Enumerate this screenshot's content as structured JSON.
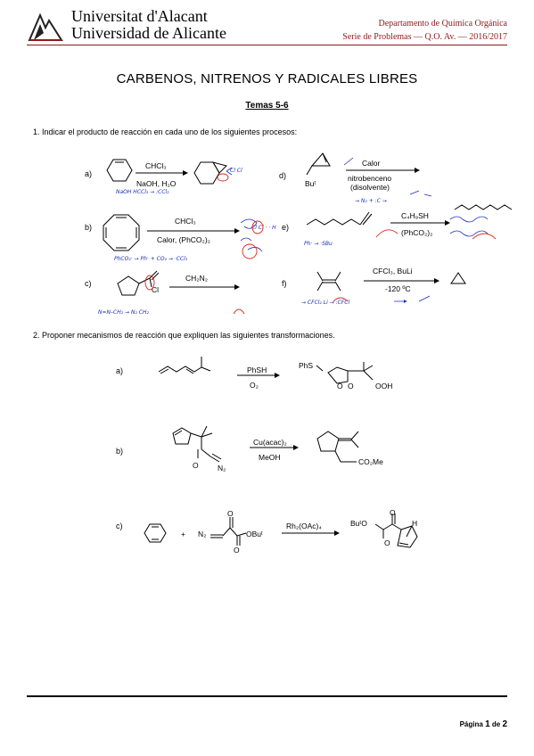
{
  "header": {
    "university_valencian": "Universitat d'Alacant",
    "university_spanish": "Universidad de Alicante",
    "department": "Departamento de Química Orgánica",
    "series": "Serie de Problemas — Q.O. Av. — 2016/2017"
  },
  "title": "CARBENOS, NITRENOS Y RADICALES LIBRES",
  "subtitle": "Temas 5-6",
  "question1": {
    "text": "1.   Indicar el producto de reacción en cada uno de los siguientes procesos:",
    "items": [
      {
        "label": "a)",
        "reagent_top": "CHCl₃",
        "reagent_bottom": "NaOH, H₂O"
      },
      {
        "label": "b)",
        "reagent_top": "CHCl₃",
        "reagent_bottom": "Calor, (PhCO₂)₂"
      },
      {
        "label": "c)",
        "reagent_top": "CH₂N₂",
        "reagent_bottom": "",
        "substituent": "Cl"
      },
      {
        "label": "d)",
        "reagent_top": "Calor",
        "reagent_bottom": "nitrobenceno",
        "reagent_note": "(disolvente)",
        "substituent": "Buᵗ"
      },
      {
        "label": "e)",
        "reagent_top": "C₄H₉SH",
        "reagent_bottom": "(PhCO₂)₂"
      },
      {
        "label": "f)",
        "reagent_top": "CFCl₃, BuLi",
        "reagent_bottom": "-120 ºC"
      }
    ]
  },
  "question2": {
    "text": "2. Proponer mecanismos de reacción que expliquen las siguientes transformaciones.",
    "items": [
      {
        "label": "a)",
        "reagent_top": "PhSH",
        "reagent_bottom": "O₂",
        "product_labels": [
          "PhS",
          "O",
          "O",
          "OOH"
        ]
      },
      {
        "label": "b)",
        "reagent_top": "Cu(acac)₂",
        "reagent_bottom": "MeOH",
        "substrate_labels": [
          "O",
          "N₂"
        ],
        "product_labels": [
          "CO₂Me"
        ]
      },
      {
        "label": "c)",
        "plus": "+",
        "reagent_top": "Rh₂(OAc)₄",
        "reagent_bottom": "",
        "substrate_labels": [
          "N₂",
          "O",
          "O",
          "OBuᵗ"
        ],
        "product_labels": [
          "BuᵗO",
          "O",
          "O",
          "H"
        ]
      }
    ]
  },
  "footer": {
    "page_prefix": "Página",
    "page_number": "1",
    "page_of": "de",
    "page_total": "2"
  },
  "annotations": {
    "a_under": "NaOH  HCCl₃ → :CCl₂",
    "a_product": "Cl Cl",
    "b_under": "PhCO₂· → Ph· + CO₂ → ·CCl₃",
    "b_right": "Cl Cl · · H",
    "c_under": "N=N–CH₂ → N₂  CH₂",
    "d_under": "→ N₂ + :C →",
    "e_under": "Ph· → ·SBu",
    "f_under": "→ CFCl₂  Li  → :CFCl"
  },
  "colors": {
    "header_red": "#8B1A1A",
    "ink_blue": "#1a2fb8",
    "ink_red": "#d62a1f"
  }
}
